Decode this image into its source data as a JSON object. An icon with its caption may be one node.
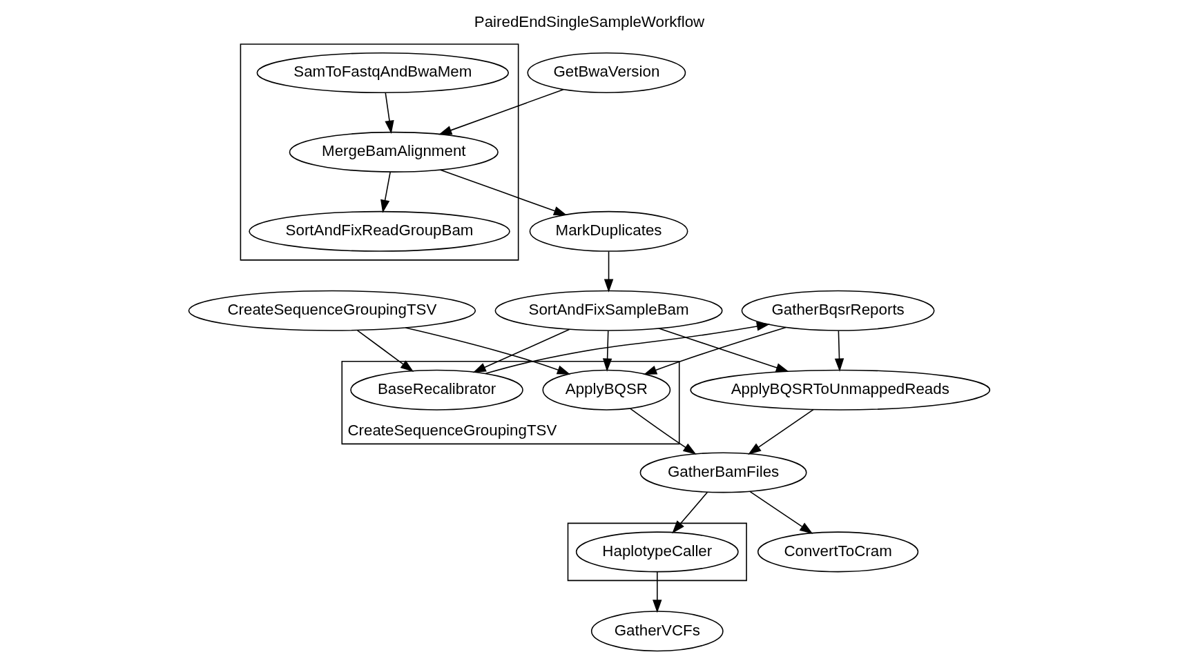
{
  "diagram": {
    "title": "PairedEndSingleSampleWorkflow",
    "nodes": [
      {
        "text": [],
        "shape": "box"
      },
      {
        "text": [
          "SamToFastqAndBwaMem"
        ],
        "in": 0
      },
      {
        "text": [
          "GetBwaVersion"
        ]
      },
      {
        "text": [
          "MergeBamAlignment"
        ],
        "in": 0
      },
      {
        "text": [
          "SortAndFixReadGroupBam"
        ],
        "in": 0
      },
      {
        "text": [
          "MarkDuplicates"
        ]
      },
      {
        "text": [
          "CreateSequenceGroupingTSV"
        ]
      },
      {
        "text": [
          "BaseRecalibrator"
        ],
        "in": 6
      },
      {
        "text": [
          "ApplyBQSR"
        ],
        "in": 6
      },
      {
        "text": [
          "CreateSequenceGroupingTSV"
        ]
      },
      {
        "text": [
          "GatherBqsrReports"
        ]
      },
      {
        "text": [
          "SortAndFixSampleBam"
        ]
      },
      {
        "text": [
          "ApplyBQSRToUnmappedReads"
        ]
      },
      {
        "text": [
          "GatherBamFiles"
        ]
      },
      {
        "text": [],
        "shape": "box"
      },
      {
        "text": [
          "HaplotypeCaller"
        ],
        "in": 14
      },
      {
        "text": [
          "ConvertToCram"
        ]
      },
      {
        "text": [
          "GatherVCFs"
        ]
      }
    ],
    "edges": [
      {
        "from": 1,
        "to": 3,
        "arrow": "to"
      },
      {
        "from": 2,
        "to": 3,
        "arrow": "to"
      },
      {
        "from": 3,
        "to": 4,
        "arrow": "to"
      },
      {
        "from": 3,
        "to": 5,
        "arrow": "to"
      },
      {
        "from": 5,
        "to": 11,
        "arrow": "to"
      },
      {
        "from": 9,
        "to": 7,
        "arrow": "to"
      },
      {
        "from": 9,
        "to": 8,
        "arrow": "to"
      },
      {
        "from": 7,
        "to": 10,
        "arrow": "to"
      },
      {
        "from": 10,
        "to": 8,
        "arrow": "to"
      },
      {
        "from": 11,
        "to": 7,
        "arrow": "to"
      },
      {
        "from": 11,
        "to": 8,
        "arrow": "to"
      },
      {
        "from": 10,
        "to": 12,
        "arrow": "to"
      },
      {
        "from": 11,
        "to": 12,
        "arrow": "to"
      },
      {
        "from": 8,
        "to": 13,
        "arrow": "to"
      },
      {
        "from": 12,
        "to": 13,
        "arrow": "to"
      },
      {
        "from": 13,
        "to": 15,
        "arrow": "to"
      },
      {
        "from": 13,
        "to": 16,
        "arrow": "to"
      },
      {
        "from": 15,
        "to": 17,
        "arrow": "to"
      }
    ]
  }
}
